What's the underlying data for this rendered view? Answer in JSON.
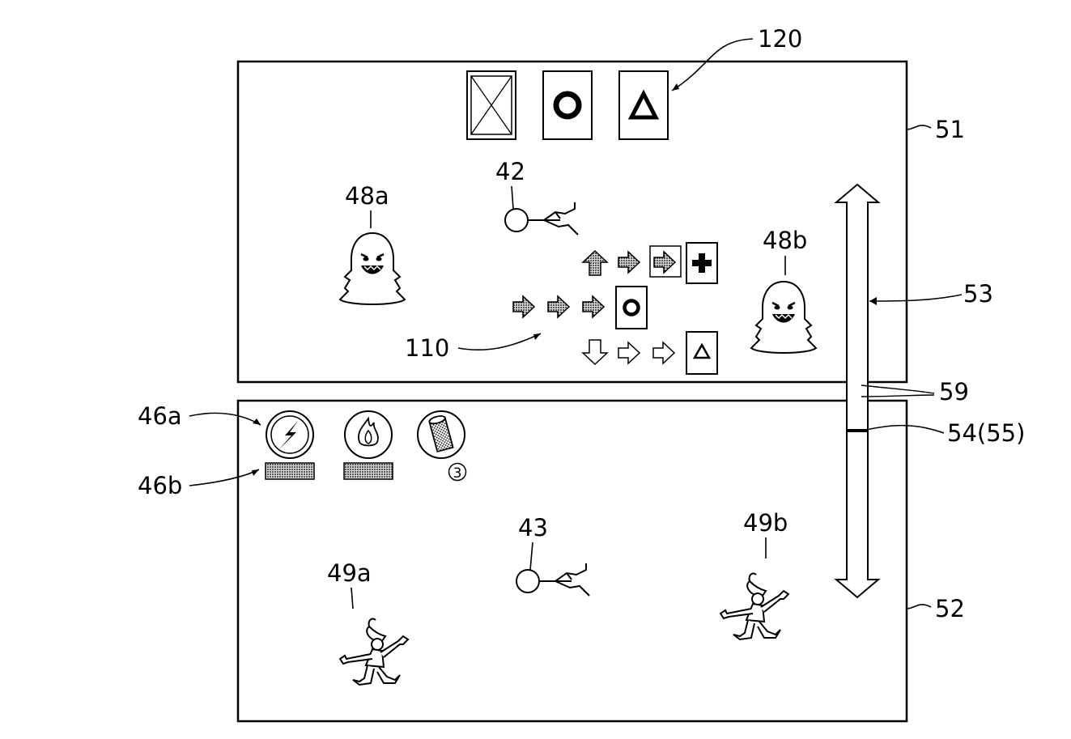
{
  "figure": {
    "labels": {
      "top_screen": "51",
      "bottom_screen": "52",
      "scroll_bar": "53",
      "slider": "54(55)",
      "gap": "59",
      "command_tree": "110",
      "card_row": "120",
      "char_top": "42",
      "char_bottom": "43",
      "ghost_left": "48a",
      "ghost_right": "48b",
      "skill_icon": "46a",
      "skill_gauge": "46b",
      "elf_left": "49a",
      "elf_right": "49b"
    },
    "item_count": "3",
    "card_row_symbols": [
      "cross",
      "circle",
      "triangle"
    ],
    "command_tree_end_symbols": [
      "plus",
      "circle",
      "triangle"
    ],
    "icons": [
      "lightning-icon",
      "flame-icon",
      "cylinder-item-icon"
    ]
  }
}
